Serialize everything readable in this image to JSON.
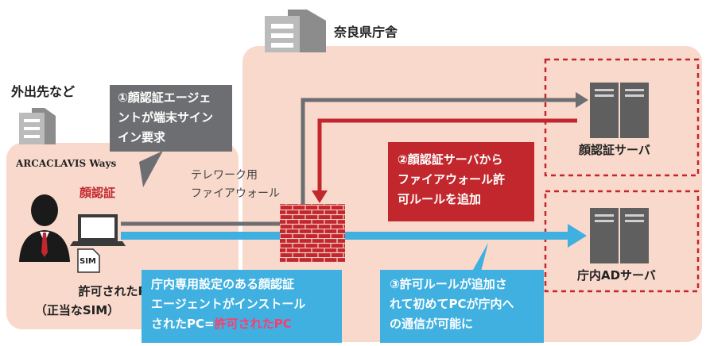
{
  "nara_office": {
    "label": "奈良県庁舎"
  },
  "remote_location": {
    "label": "外出先など"
  },
  "product": {
    "logo_text": "ARCACLAVIS Ways",
    "face_auth_label": "顔認証",
    "sim_label": "SIM"
  },
  "permitted_pc": {
    "line1": "許可されたPC",
    "line2": "（正当なSIM）"
  },
  "firewall": {
    "line1": "テレワーク用",
    "line2": "ファイアウォール"
  },
  "face_auth_server": {
    "label": "顔認証サーバ"
  },
  "ad_server": {
    "label": "庁内ADサーバ"
  },
  "callouts": {
    "step1": [
      "①顔認証エージェ",
      "ントが端末サイン",
      "イン要求"
    ],
    "step2": [
      "②顔認証サーバから",
      "ファイアウォール許",
      "可ルールを追加"
    ],
    "step3": [
      "③許可ルールが追加さ",
      "れて初めてPCが庁内へ",
      "の通信が可能に"
    ],
    "agent": {
      "line1": "庁内専用設定のある顔認証",
      "line2": "エージェントがインストール",
      "line3_prefix": "されたPC=",
      "line3_highlight": "許可されたPC"
    }
  },
  "colors": {
    "gray_callout": "#6d6e71",
    "red_callout": "#c1272d",
    "blue_callout": "#3fb0e0",
    "pink_zone": "#f9d9cc",
    "highlight": "#ff3b6e"
  }
}
